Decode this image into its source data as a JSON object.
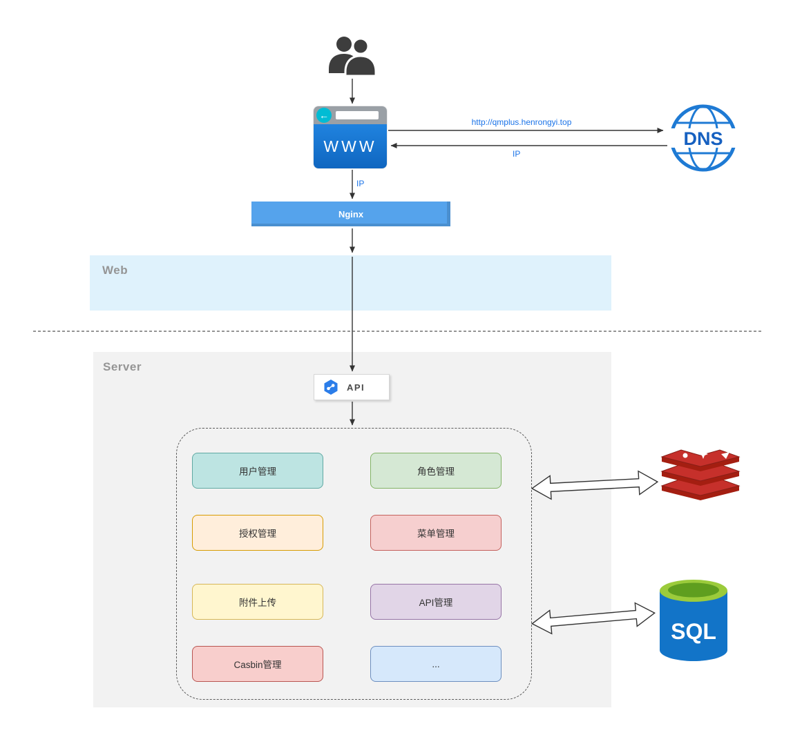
{
  "browser": {
    "label": "WWW"
  },
  "dns": {
    "label": "DNS"
  },
  "edges": {
    "browser_to_dns": "http://qmplus.henrongyi.top",
    "dns_to_browser": "IP",
    "browser_to_nginx": "IP"
  },
  "nginx": {
    "label": "Nginx"
  },
  "zones": {
    "web": "Web",
    "server": "Server"
  },
  "api": {
    "label": "API"
  },
  "modules": [
    {
      "label": "用户管理",
      "fill": "#bde4e2",
      "border": "#5fa8a2"
    },
    {
      "label": "角色管理",
      "fill": "#d5e8d4",
      "border": "#82b366"
    },
    {
      "label": "授权管理",
      "fill": "#ffeedb",
      "border": "#d79b00"
    },
    {
      "label": "菜单管理",
      "fill": "#f6cfcf",
      "border": "#c4605c"
    },
    {
      "label": "附件上传",
      "fill": "#fff6cf",
      "border": "#d6b656"
    },
    {
      "label": "API管理",
      "fill": "#e1d5e7",
      "border": "#9673a6"
    },
    {
      "label": "Casbin管理",
      "fill": "#f8cecc",
      "border": "#b85450"
    },
    {
      "label": "...",
      "fill": "#d6e8fb",
      "border": "#6c8ebf"
    }
  ],
  "sql": {
    "label": "SQL"
  },
  "icons": {
    "users": "two-people-silhouette",
    "browser": "web-browser-window",
    "browser_back": "back-arrow",
    "dns": "globe",
    "api": "hexagon-molecule",
    "redis": "redis-stacked-discs",
    "sql": "database-cylinder"
  },
  "colors": {
    "arrow_label": "#1a73e8",
    "browser_body": "#1273cf",
    "browser_toolbar": "#9aa0a6",
    "browser_back": "#00bcd4",
    "nginx_bar": "#55a3ec",
    "web_zone_bg": "#dff2fc",
    "server_zone_bg": "#f2f2f2",
    "dns_blue": "#1e7ad4",
    "redis_red": "#c6302b",
    "sql_body": "#1274c8",
    "sql_top_green": "#9bcb3b"
  }
}
